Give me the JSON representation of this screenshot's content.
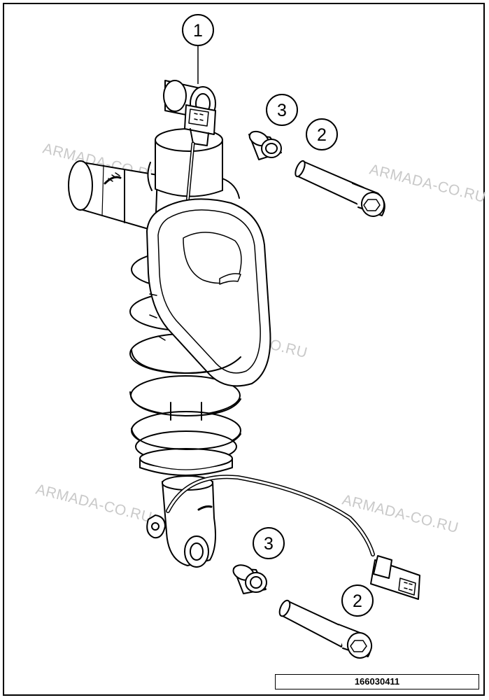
{
  "watermark": "ARMADA-CO.RU",
  "callouts": [
    {
      "number": "1"
    },
    {
      "number": "2"
    },
    {
      "number": "3"
    },
    {
      "number": "2"
    },
    {
      "number": "3"
    }
  ],
  "reference_number": "166030411",
  "colors": {
    "line": "#000000",
    "watermark": "#c9c9c9",
    "background": "#ffffff"
  }
}
